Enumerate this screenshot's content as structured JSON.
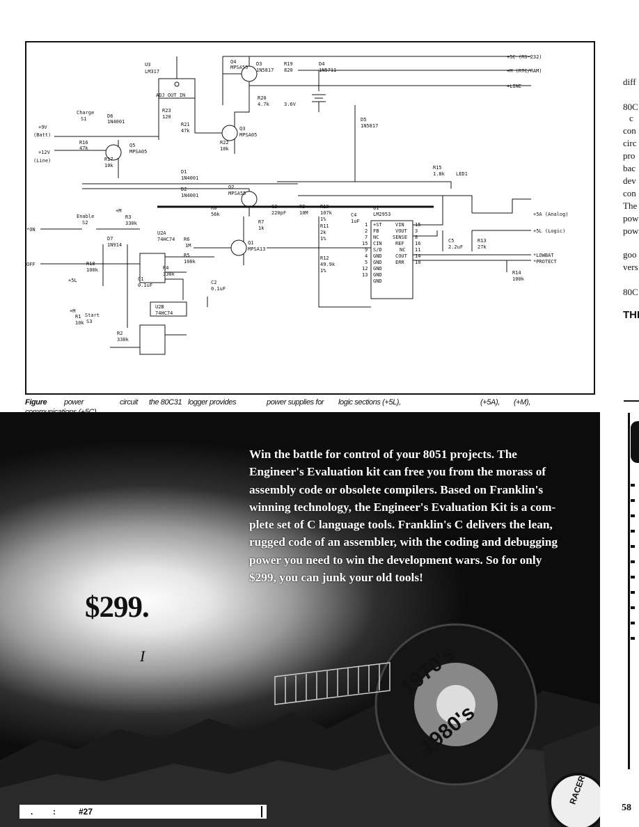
{
  "schematic": {
    "labels": {
      "u3": "U3",
      "u3_part": "LM317",
      "u3_pins": "ADJ OUT IN",
      "q4": "Q4",
      "q4_part": "MPSA55",
      "d3": "D3",
      "d3_part": "1N5817",
      "r19": "R19",
      "r19_val": "820",
      "d4": "D4",
      "d4_part": "1N5711",
      "r20": "R20",
      "r20_val": "4.7k",
      "batt": "3.6V",
      "d5": "D5",
      "d5_part": "1N5817",
      "q3": "Q3",
      "q3_part": "MPSA05",
      "r21": "R21",
      "r21_val": "47k",
      "r22": "R22",
      "r22_val": "10k",
      "r23": "R23",
      "r23_val": "120",
      "charge": "Charge",
      "s1": "S1",
      "d6": "D6",
      "d6_part": "1N4001",
      "in_9v": "+9V",
      "batt_lbl": "(Batt)",
      "in_12v": "+12V",
      "line_lbl": "(Line)",
      "r16": "R16",
      "r16_val": "47k",
      "r17": "R17",
      "r17_val": "10k",
      "q5": "Q5",
      "q5_part": "MPSA05",
      "d1": "D1",
      "d1_part": "1N4001",
      "d2": "D2",
      "d2_part": "1N4001",
      "q2": "Q2",
      "q2_part": "MPSA55",
      "r8": "R8",
      "r8_val": "56k",
      "r7": "R7",
      "r7_val": "1k",
      "q1": "Q1",
      "q1_part": "MPSA13",
      "c3": "C3",
      "c3_val": "220pF",
      "r9": "R9",
      "r9_val": "10M",
      "r10": "R10",
      "r10_val": "107k",
      "r10_tol": "1%",
      "r11": "R11",
      "r11_val": "2k",
      "r11_tol": "1%",
      "r12": "R12",
      "r12_val": "49.9k",
      "r12_tol": "1%",
      "c4": "C4",
      "c4_val": "1uF",
      "u1": "U1",
      "u1_part": "LM2953",
      "u1_left": [
        "+ST",
        "FB",
        "NC",
        "CIN",
        "S/D",
        "GND",
        "GND",
        "GND",
        "GND",
        "GND"
      ],
      "u1_right": [
        "VIN",
        "VOUT",
        "SENSE",
        "REF",
        "NC",
        "COUT",
        "ERR"
      ],
      "u1_lpins": [
        "1",
        "2",
        "7",
        "15",
        "9",
        "4",
        "5",
        "12",
        "13"
      ],
      "u1_rpins": [
        "15",
        "3",
        "8",
        "16",
        "11",
        "14",
        "10"
      ],
      "c5": "C5",
      "c5_val": "2.2uF",
      "r13": "R13",
      "r13_val": "27k",
      "r14": "R14",
      "r14_val": "100k",
      "r15": "R15",
      "r15_val": "1.8k",
      "led1": "LED1",
      "out_5c": "+5C (RS-232)",
      "out_m": "+M (RTC/RAM)",
      "out_line": "+LINE",
      "out_5a": "+5A (Analog)",
      "out_5l": "+5L (Logic)",
      "out_lowbat": "*LOWBAT",
      "out_protect": "*PROTECT",
      "enable": "Enable",
      "s2": "S2",
      "on": "*ON",
      "off": "OFF",
      "r3": "R3",
      "r3_val": "330k",
      "plus_m": "+M",
      "d7": "D7",
      "d7_part": "1N914",
      "u2a": "U2A",
      "u2a_part": "74HC74",
      "r6": "R6",
      "r6_val": "1M",
      "r5": "R5",
      "r5_val": "100k",
      "r4": "R4",
      "r4_val": "330k",
      "r18": "R18",
      "r18_val": "100k",
      "plus_5l": "+5L",
      "c1": "C1",
      "c1_val": "0.1uF",
      "c2": "C2",
      "c2_val": "0.1uF",
      "u2b": "U2B",
      "u2b_part": "74HC74",
      "r1": "R1",
      "r1_val": "10k",
      "start": "Start",
      "s3": "S3",
      "r2": "R2",
      "r2_val": "330k"
    }
  },
  "caption": {
    "w1": "Figure",
    "w2": "power",
    "w3": "circuit",
    "w4": "the 80C31",
    "w5": "logger provides",
    "w6": "power supplies for",
    "w7": "logic sections (+5L),",
    "w8": "(+5A),",
    "w9": "(+M),",
    "line2": "communications (+5C)."
  },
  "right_column": {
    "lines": [
      "diff",
      "80C",
      "c",
      "con",
      "circ",
      "pro",
      "bac",
      "dev",
      "con",
      "The",
      "pow",
      "pow",
      "goo",
      "vers",
      "80C",
      "THI"
    ]
  },
  "ad": {
    "body": "Win the battle for control of your 8051 projects. The\nEngineer's Evaluation kit can free you from the morass of\nassembly code or obsolete compilers. Based on Franklin's\nwinning technology, the Engineer's Evaluation Kit is a com-\nplete set of C language tools. Franklin's C delivers the lean,\nrugged code of an assembler, with the coding and debugging\npower you need to win the development wars. So for only\n$299, you can junk your old tools!",
    "price": "$299.",
    "cursor": "I",
    "reader_service": "#27",
    "tire_top": "1970's",
    "tire_bottom": "1980's",
    "racer": "RACER"
  },
  "page_number": "58"
}
